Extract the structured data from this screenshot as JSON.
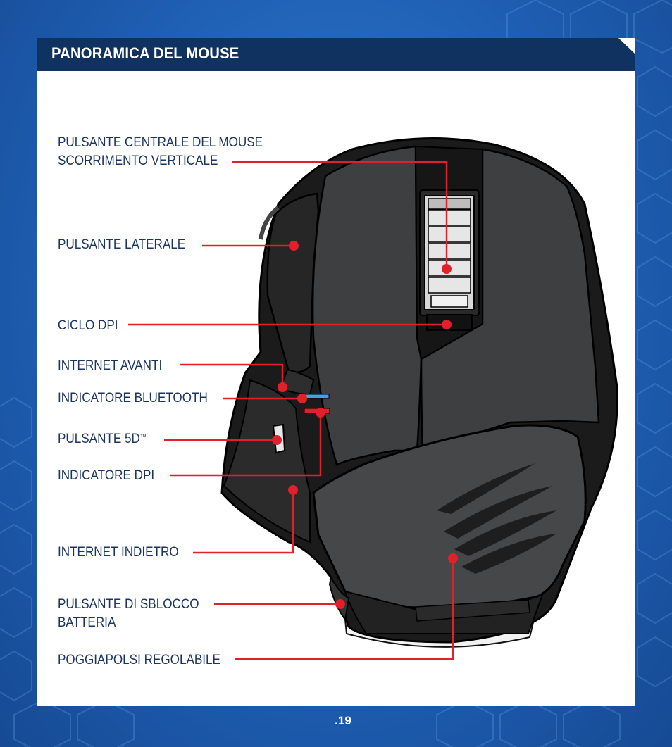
{
  "header": {
    "title": "PANORAMICA DEL MOUSE"
  },
  "callouts": {
    "middle_button_line1": "PULSANTE CENTRALE DEL MOUSE",
    "middle_button_line2": "SCORRIMENTO VERTICALE",
    "side_button": "PULSANTE LATERALE",
    "dpi_cycle": "CICLO DPI",
    "internet_forward": "INTERNET AVANTI",
    "bluetooth_indicator": "INDICATORE BLUETOOTH",
    "button_5d": "PULSANTE 5D",
    "button_5d_trademark": "™",
    "dpi_indicator": "INDICATORE DPI",
    "internet_back": "INTERNET INDIETRO",
    "battery_release_line1": "PULSANTE DI SBLOCCO",
    "battery_release_line2": "BATTERIA",
    "palm_rest": "POGGIAPOLSI REGOLABILE"
  },
  "footer": {
    "page_number": ".19"
  },
  "colors": {
    "header_bg": "#0f3260",
    "callout_text": "#1b3560",
    "callout_line": "#e0202a",
    "bluetooth_led": "#3ea2e8",
    "dpi_led": "#e0202a"
  }
}
